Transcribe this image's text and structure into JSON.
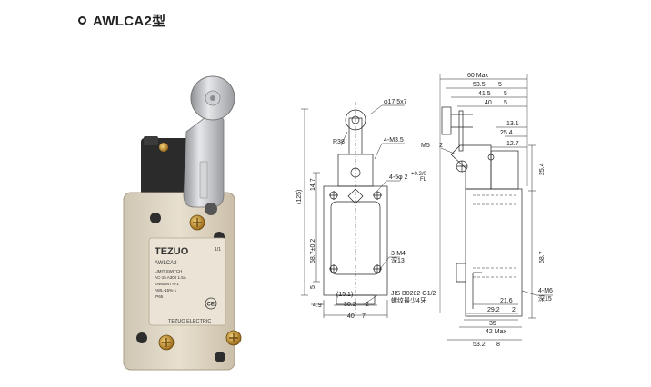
{
  "header": {
    "title": "AWLCA2型"
  },
  "product": {
    "brand": "TEZUO",
    "model": "AWLCA2",
    "version": "1/1",
    "footer": "TEZUO ELECTRIC",
    "spec_lines": [
      "LIMIT SWITCH",
      "AC-15 A300 1.5A",
      "EN60947-5-1",
      "AWL-15%-1",
      "IP65"
    ]
  },
  "front_drawing": {
    "top_label": "φ17.5x7",
    "r_label": "R38",
    "screw_label": "4-M3.5",
    "hole_label": "4-5φ 2",
    "tol_label": "+0.2/0",
    "fl_label": "FL",
    "m4_label": "3-M4",
    "m4_depth": "深13",
    "overall_height": "(125)",
    "upper_height": "14.7",
    "mid_height": "58.7±0.2",
    "low_height": "5",
    "paren_width": "(15.1)",
    "inner_width": "30.2",
    "inner_width_tol": "2",
    "outer_width": "40",
    "outer_width_tol": "7",
    "left_offset": "4.9",
    "thread_spec": "JIS B0202 G1/2",
    "thread_note": "螺纹最少4牙"
  },
  "side_drawing": {
    "w60": "60 Max",
    "w53": "53.5",
    "w53_tol": "5",
    "w41": "41.5",
    "w41_tol": "5",
    "w40": "40",
    "w40_tol": "5",
    "d13": "13.1",
    "d25": "25.4",
    "d12": "12.7",
    "m5": "M5",
    "m5_tol": "2",
    "h25": "25.4",
    "h68": "68.7",
    "b21": "21.6",
    "b29": "29.2",
    "b29_tol": "2",
    "b35": "35",
    "b42": "42 Max",
    "b53": "53.2",
    "b53_tol": "8",
    "m6": "4-M6",
    "m6_depth": "深15"
  }
}
